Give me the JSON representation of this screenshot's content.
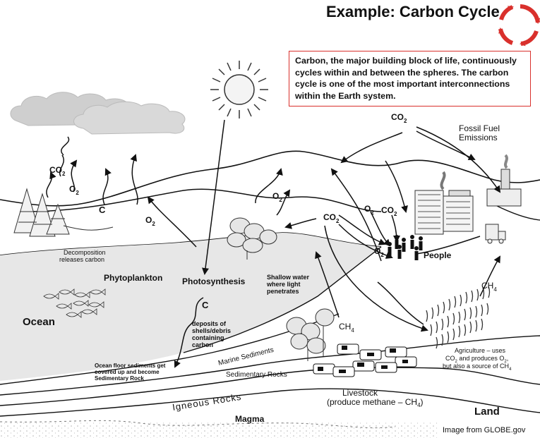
{
  "title": "Example: Carbon Cycle",
  "info_box": "Carbon, the major building block of life, continuously cycles within and between the spheres. The carbon cycle is one of the most important interconnections within the Earth system.",
  "credit": "Image from GLOBE.gov",
  "colors": {
    "accent": "#d9302c",
    "ocean": "#e7e7e7",
    "cloud": "#cfcfcf"
  },
  "icons": [
    "cycle-arrows-icon",
    "sun-icon",
    "cloud-icon",
    "tree-icon",
    "factory-icon",
    "truck-icon",
    "people-icon",
    "cow-icon",
    "fish-icon",
    "crop-icon"
  ],
  "labels": {
    "co2": "CO",
    "o2": "O",
    "ch4": "CH",
    "sub2": "2",
    "sub4": "4",
    "c": "C",
    "fossil_fuel_1": "Fossil Fuel",
    "fossil_fuel_2": "Emissions",
    "people": "People",
    "decomposition_1": "Decomposition",
    "decomposition_2": "releases carbon",
    "phytoplankton": "Phytoplankton",
    "photosynthesis": "Photosynthesis",
    "shallow_1": "Shallow water",
    "shallow_2": "where light",
    "shallow_3": "penetrates",
    "ocean": "Ocean",
    "deposits_1": "deposits of",
    "deposits_2": "shells/debris",
    "deposits_3": "containing",
    "deposits_4": "carbon",
    "floor_1": "Ocean floor sediments get",
    "floor_2": "covered up and become",
    "floor_3": "Sedimentary Rock",
    "marine_sediments": "Marine Sediments",
    "sedimentary_rocks": "Sedimentary Rocks",
    "igneous_rocks": "Igneous Rocks",
    "magma": "Magma",
    "livestock_1": "Livestock",
    "livestock_2": "(produce methane – CH",
    "livestock_2_end": ")",
    "agri_1": "Agriculture – uses",
    "agri_2a": "CO",
    "agri_2b": " and produces O",
    "agri_2c": ",",
    "agri_3": "but also a source of CH",
    "land": "Land"
  }
}
